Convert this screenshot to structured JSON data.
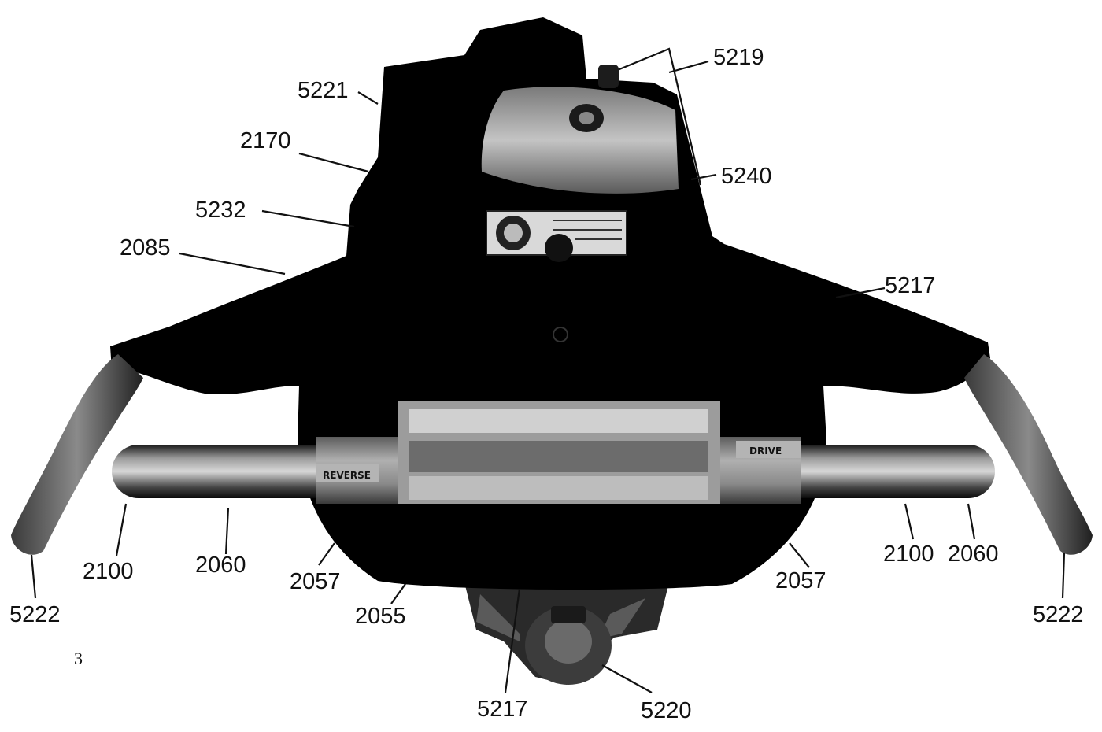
{
  "figure": {
    "page_number": "3",
    "labels": {
      "l5219": "5219",
      "l5221": "5221",
      "l2170": "2170",
      "l5240": "5240",
      "l5232": "5232",
      "l2085": "2085",
      "l5217_right": "5217",
      "l2100_left": "2100",
      "l2060_left": "2060",
      "l2057_left": "2057",
      "l2055": "2055",
      "l5222_left": "5222",
      "l2100_right": "2100",
      "l2060_right": "2060",
      "l2057_right": "2057",
      "l5222_right": "5222",
      "l5217_bottom": "5217",
      "l5220": "5220"
    },
    "panel_texts": {
      "reverse": "REVERSE",
      "drive": "DRIVE"
    }
  }
}
